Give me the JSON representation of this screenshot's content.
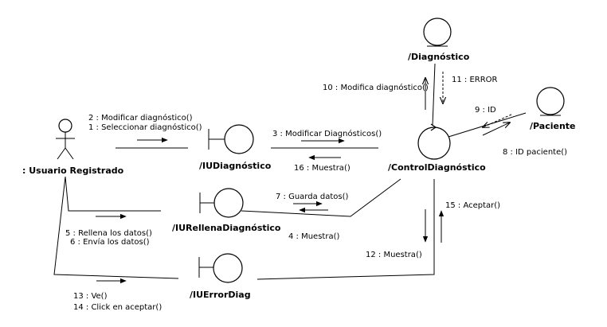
{
  "actor": {
    "name": ": Usuario Registrado"
  },
  "objects": {
    "iu_diagnostico": "/IUDiagnóstico",
    "iu_rellena": "/IURellenaDiagnóstico",
    "iu_error": "/IUErrorDiag",
    "control": "/ControlDiagnóstico",
    "diagnostico": "/Diagnóstico",
    "paciente": "/Paciente"
  },
  "messages": {
    "m1": "1 : Seleccionar diagnóstico()",
    "m2": "2 : Modificar diagnóstico()",
    "m3": "3 : Modificar Diagnósticos()",
    "m4": "4 : Muestra()",
    "m5": "5 : Rellena los datos()",
    "m6": "6 : Envía los datos()",
    "m7": "7 : Guarda datos()",
    "m8": "8 : ID paciente()",
    "m9": "9 : ID",
    "m10": "10 : Modifica diagnóstico()",
    "m11": "11 : ERROR",
    "m12": "12 : Muestra()",
    "m13": "13 : Ve()",
    "m14": "14 : Click en aceptar()",
    "m15": "15 : Aceptar()",
    "m16": "16 : Muestra()"
  }
}
